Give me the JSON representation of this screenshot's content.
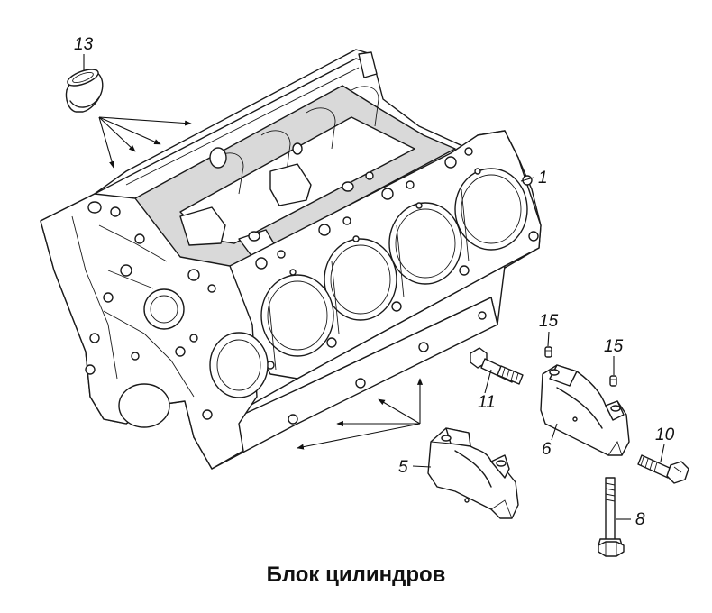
{
  "caption": "Блок цилиндров",
  "callouts": [
    {
      "id": "1",
      "text": "1"
    },
    {
      "id": "5",
      "text": "5"
    },
    {
      "id": "6",
      "text": "6"
    },
    {
      "id": "8",
      "text": "8"
    },
    {
      "id": "10",
      "text": "10"
    },
    {
      "id": "11",
      "text": "11"
    },
    {
      "id": "13",
      "text": "13"
    },
    {
      "id": "15a",
      "text": "15"
    },
    {
      "id": "15b",
      "text": "15"
    }
  ]
}
